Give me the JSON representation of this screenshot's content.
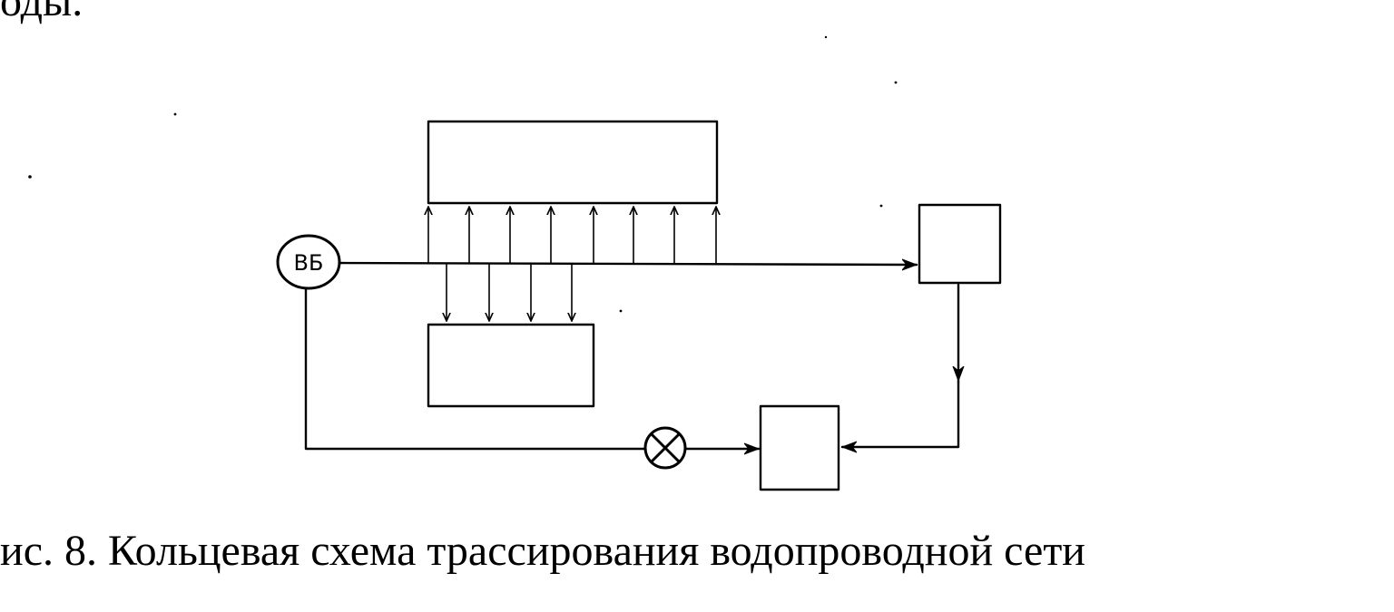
{
  "page": {
    "top_fragment": "оды.",
    "caption": "ис. 8. Кольцевая схема трассирования водопроводной сети"
  },
  "diagram": {
    "nodes": {
      "tower_label": "ВБ"
    }
  }
}
